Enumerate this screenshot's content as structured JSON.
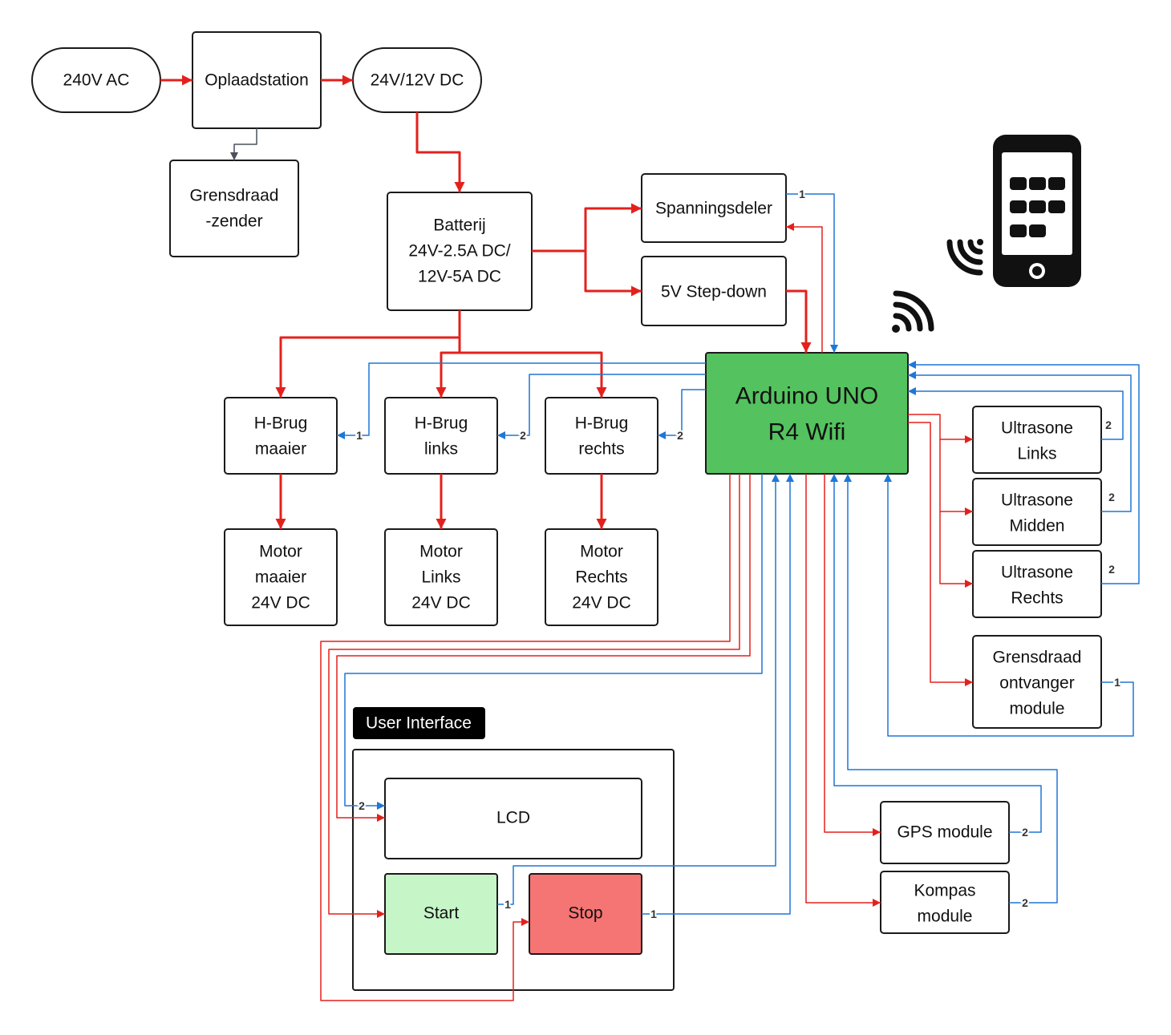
{
  "nodes": {
    "ac_240v": {
      "lines": [
        "240V AC"
      ]
    },
    "oplaadstation": {
      "lines": [
        "Oplaadstation"
      ]
    },
    "dc_24v_12v": {
      "lines": [
        "24V/12V DC"
      ]
    },
    "grensdraad_zender": {
      "lines": [
        "Grensdraad",
        "-zender"
      ]
    },
    "batterij": {
      "lines": [
        "Batterij",
        "24V-2.5A DC/",
        "12V-5A DC"
      ]
    },
    "spanningsdeler": {
      "lines": [
        "Spanningsdeler"
      ]
    },
    "step_down_5v": {
      "lines": [
        "5V Step-down"
      ]
    },
    "arduino": {
      "lines": [
        "Arduino UNO",
        "R4 Wifi"
      ]
    },
    "hbrug_maaier": {
      "lines": [
        "H-Brug",
        "maaier"
      ]
    },
    "hbrug_links": {
      "lines": [
        "H-Brug",
        "links"
      ]
    },
    "hbrug_rechts": {
      "lines": [
        "H-Brug",
        "rechts"
      ]
    },
    "motor_maaier": {
      "lines": [
        "Motor",
        "maaier",
        "24V DC"
      ]
    },
    "motor_links": {
      "lines": [
        "Motor",
        "Links",
        "24V DC"
      ]
    },
    "motor_rechts": {
      "lines": [
        "Motor",
        "Rechts",
        "24V DC"
      ]
    },
    "ultrasone_links": {
      "lines": [
        "Ultrasone",
        "Links"
      ]
    },
    "ultrasone_midden": {
      "lines": [
        "Ultrasone",
        "Midden"
      ]
    },
    "ultrasone_rechts": {
      "lines": [
        "Ultrasone",
        "Rechts"
      ]
    },
    "grensdraad_ontvanger": {
      "lines": [
        "Grensdraad",
        "ontvanger",
        "module"
      ]
    },
    "gps": {
      "lines": [
        "GPS module"
      ]
    },
    "kompas": {
      "lines": [
        "Kompas",
        "module"
      ]
    },
    "lcd": {
      "lines": [
        "LCD"
      ]
    },
    "start": {
      "lines": [
        "Start"
      ]
    },
    "stop": {
      "lines": [
        "Stop"
      ]
    }
  },
  "groups": {
    "user_interface": {
      "title": "User Interface"
    }
  },
  "edge_labels": {
    "spanningsdeler_to_arduino": "1",
    "arduino_to_hbrug_maaier": "1",
    "arduino_to_hbrug_links": "2",
    "arduino_to_hbrug_rechts": "2",
    "ultrasone_links_to_arduino": "2",
    "ultrasone_midden_to_arduino": "2",
    "ultrasone_rechts_to_arduino": "2",
    "grensdraad_ontvanger_to_arduino": "1",
    "gps_to_arduino": "2",
    "kompas_to_arduino": "2",
    "arduino_to_lcd": "2",
    "start_to_arduino": "1",
    "stop_to_arduino": "1"
  },
  "icons": {
    "phone": "smartphone-icon",
    "phone_signal": "wireless-signal-icon",
    "arduino_wifi": "wifi-icon"
  },
  "colors": {
    "power": "#e3211c",
    "signal": "#1f77d6",
    "neutral": "#4a515c",
    "outline": "#1a1a1a",
    "arduino_fill": "#54c25f",
    "start_fill": "#c6f5c8",
    "stop_fill": "#f57474",
    "group_title_fill": "#000000",
    "group_title_text": "#ffffff"
  }
}
